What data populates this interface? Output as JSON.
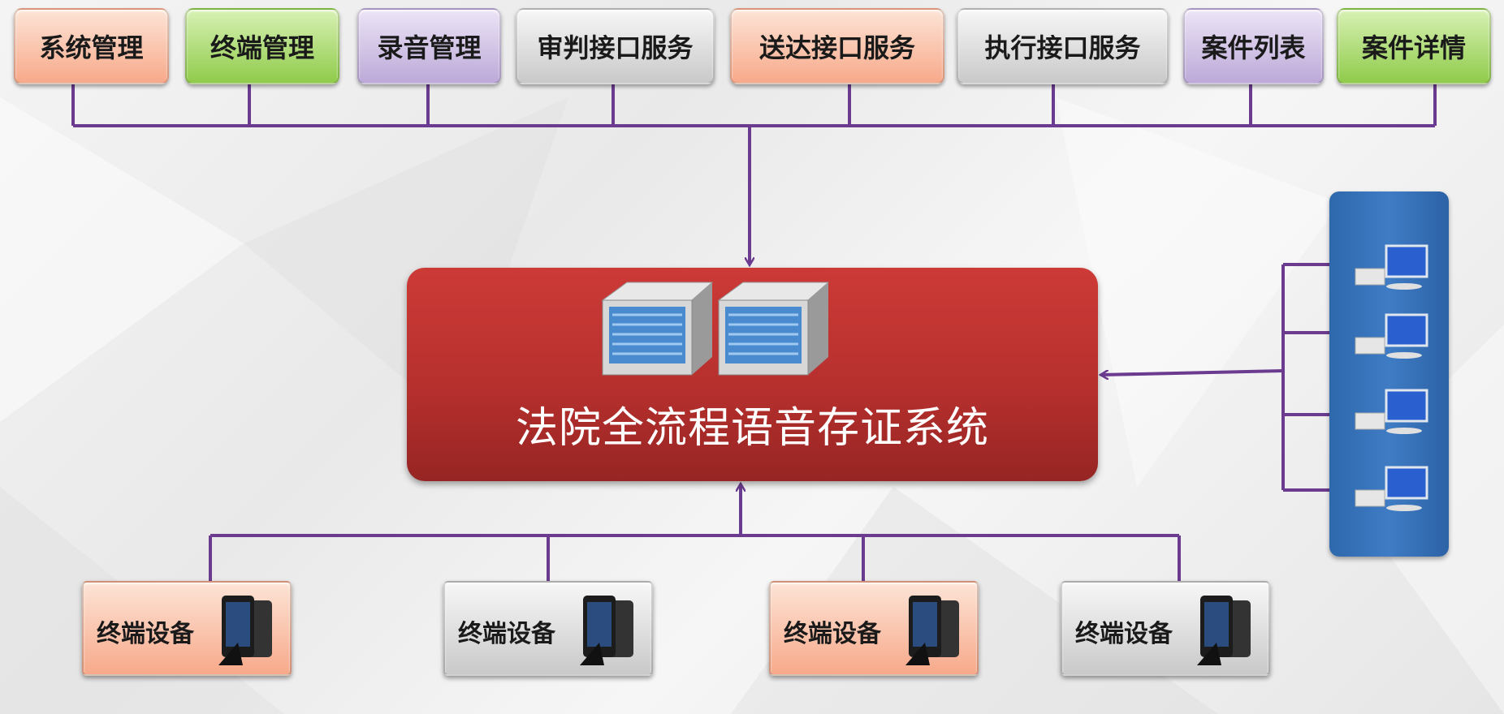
{
  "modules": [
    {
      "label": "系统管理",
      "color": "orange"
    },
    {
      "label": "终端管理",
      "color": "green"
    },
    {
      "label": "录音管理",
      "color": "purple"
    },
    {
      "label": "审判接口服务",
      "color": "gray"
    },
    {
      "label": "送达接口服务",
      "color": "orange"
    },
    {
      "label": "执行接口服务",
      "color": "gray"
    },
    {
      "label": "案件列表",
      "color": "purple"
    },
    {
      "label": "案件详情",
      "color": "green"
    }
  ],
  "core": {
    "title": "法院全流程语音存证系统"
  },
  "terminals": [
    {
      "label": "终端设备",
      "color": "orange"
    },
    {
      "label": "终端设备",
      "color": "gray"
    },
    {
      "label": "终端设备",
      "color": "orange"
    },
    {
      "label": "终端设备",
      "color": "gray"
    }
  ],
  "client_count": 4,
  "colors": {
    "connector": "#6b3b8f",
    "core_red": "#b7302e",
    "client_blue": "#3a74bd"
  }
}
